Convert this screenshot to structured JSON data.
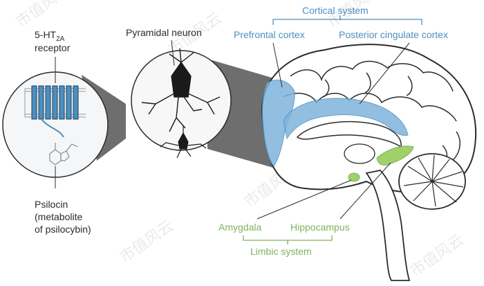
{
  "labels": {
    "receptor_line1": "5-HT",
    "receptor_sub": "2A",
    "receptor_line2": "receptor",
    "psilocin_line1": "Psilocin",
    "psilocin_line2": "(metabolite",
    "psilocin_line3": "of psilocybin)",
    "pyramidal": "Pyramidal neuron",
    "cortical_system": "Cortical system",
    "prefrontal": "Prefrontal cortex",
    "posterior_cingulate": "Posterior cingulate cortex",
    "amygdala": "Amygdala",
    "hippocampus": "Hippocampus",
    "limbic_system": "Limbic system"
  },
  "watermark": "市值风云",
  "colors": {
    "cortical": "#4a8fbf",
    "cortical_fill": "#7fb4dc",
    "limbic": "#7fb15a",
    "limbic_fill": "#9fd06a",
    "outline": "#2b2b2b",
    "magnifier": "#6e6e6e"
  }
}
